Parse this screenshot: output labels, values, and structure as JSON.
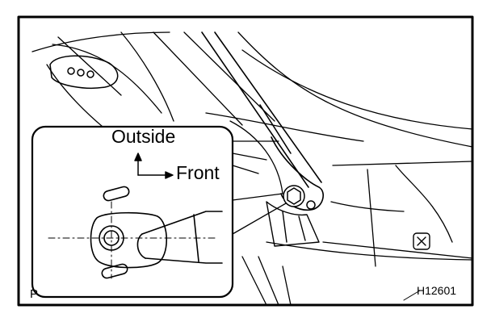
{
  "labels": {
    "outside": "Outside",
    "front": "Front",
    "corner_mark": "P",
    "figure_code": "H12601"
  },
  "colors": {
    "ink": "#000000",
    "paper": "#ffffff"
  }
}
